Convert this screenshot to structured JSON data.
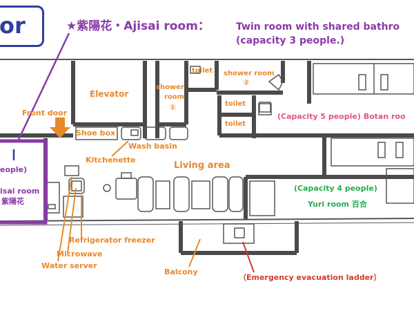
{
  "floor_badge": "or",
  "header": {
    "title": "★紫陽花・Ajisai room：",
    "subtitle": "Twin room with shared bathro",
    "capacity": "(capacity 3 people.)"
  },
  "labels": {
    "elevator": "Elevator",
    "front_door": "Front door",
    "shoe_box": "Shoe box",
    "wash_basin": "Wash basin",
    "kitchenette": "Kitchenette",
    "living_area": "Living area",
    "toilet_1": "toilet",
    "toilet_2": "toilet",
    "toilet_3": "toilet",
    "shower_1_line1": "shower",
    "shower_1_line2": "room",
    "shower_1_num": "①",
    "shower_2": "shower room",
    "shower_2_num": "②",
    "botan": "(Capacity 5 people)  Botan roo",
    "yuri_capacity": "(Capacity 4 people)",
    "yuri_name": "Yuri room 百合",
    "ajisai_people": "eople)",
    "ajisai_room": "isai room",
    "ajisai_kanji": "紫陽花",
    "refrigerator": "Refrigerator freezer",
    "microwave": "Microwave",
    "water_server": "Water server",
    "balcony": "Balcony",
    "ladder": "（Emergency evacuation ladder）"
  },
  "colors": {
    "orange": "#e8892a",
    "purple": "#8a3aa8",
    "pink": "#e0567a",
    "green": "#22b14c",
    "red": "#d33a2a",
    "blue": "#2f3ea0",
    "wall": "#4a4a4a"
  }
}
